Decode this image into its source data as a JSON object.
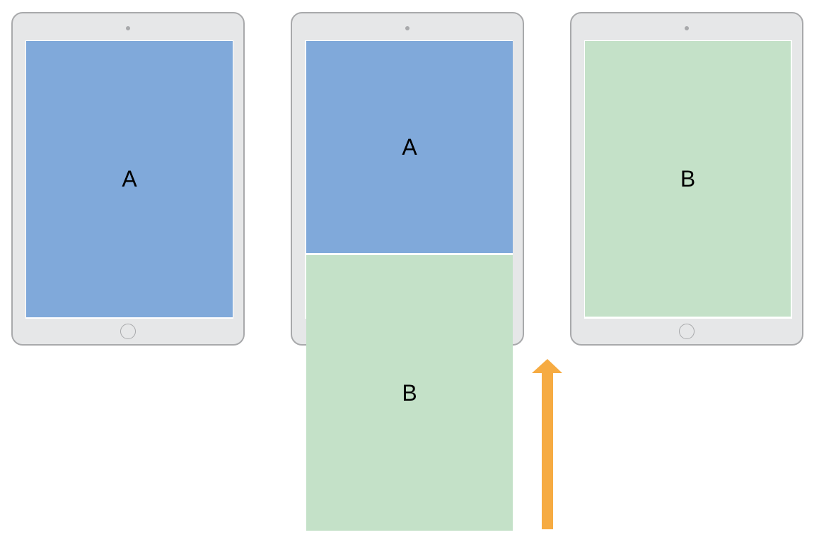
{
  "colors": {
    "view_a": "#80a9da",
    "view_b": "#c4e1c8",
    "arrow": "#f6ab42",
    "device_body": "#e6e7e8",
    "device_border": "#a8a9ab"
  },
  "devices": [
    {
      "screen_label": "A"
    },
    {
      "screen_label_top": "A",
      "screen_label_bottom": "B"
    },
    {
      "screen_label": "B"
    }
  ],
  "arrow": {
    "direction": "up"
  }
}
